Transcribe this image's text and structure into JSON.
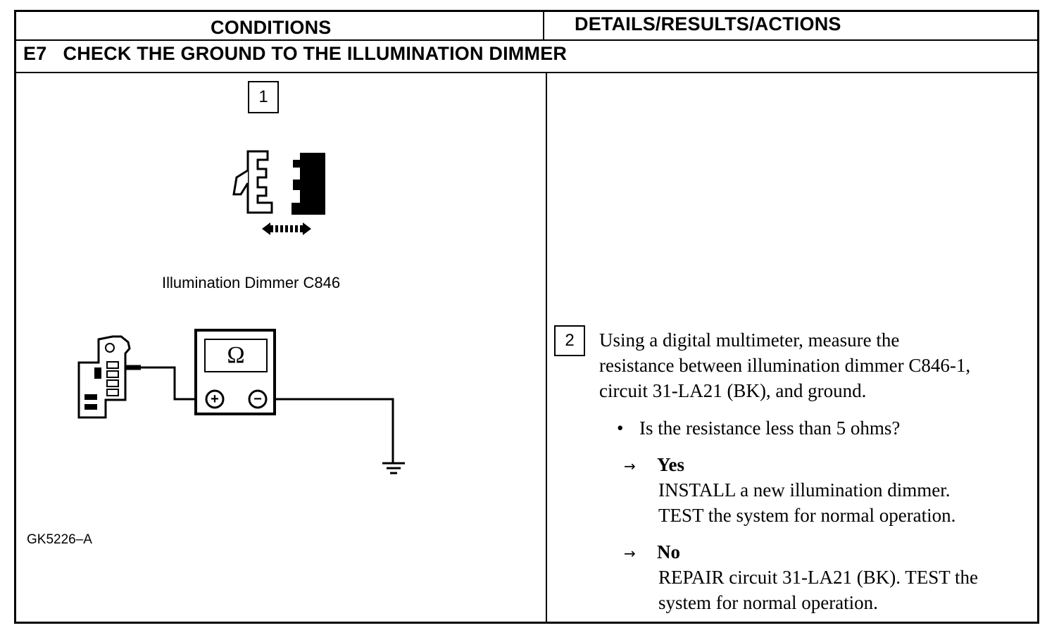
{
  "header": {
    "conditions": "CONDITIONS",
    "details": "DETAILS/RESULTS/ACTIONS"
  },
  "section": {
    "title": "E7   CHECK THE GROUND TO THE ILLUMINATION DIMMER"
  },
  "step1": {
    "number": "1",
    "caption": "Illumination Dimmer C846"
  },
  "meter": {
    "symbol": "Ω",
    "positive": "+",
    "negative": "−"
  },
  "figure_id": "GK5226–A",
  "step2": {
    "number": "2",
    "text_lines": [
      "Using a digital multimeter, measure the",
      "resistance between illumination dimmer C846-1,",
      "circuit 31-LA21 (BK), and ground."
    ],
    "question": "Is the resistance less than 5 ohms?",
    "arrow": "→",
    "yes_label": "Yes",
    "yes_lines": [
      "INSTALL a new illumination dimmer.",
      "TEST the system for normal operation."
    ],
    "no_label": "No",
    "no_lines": [
      "REPAIR circuit 31-LA21 (BK). TEST the",
      "system for normal operation."
    ]
  }
}
